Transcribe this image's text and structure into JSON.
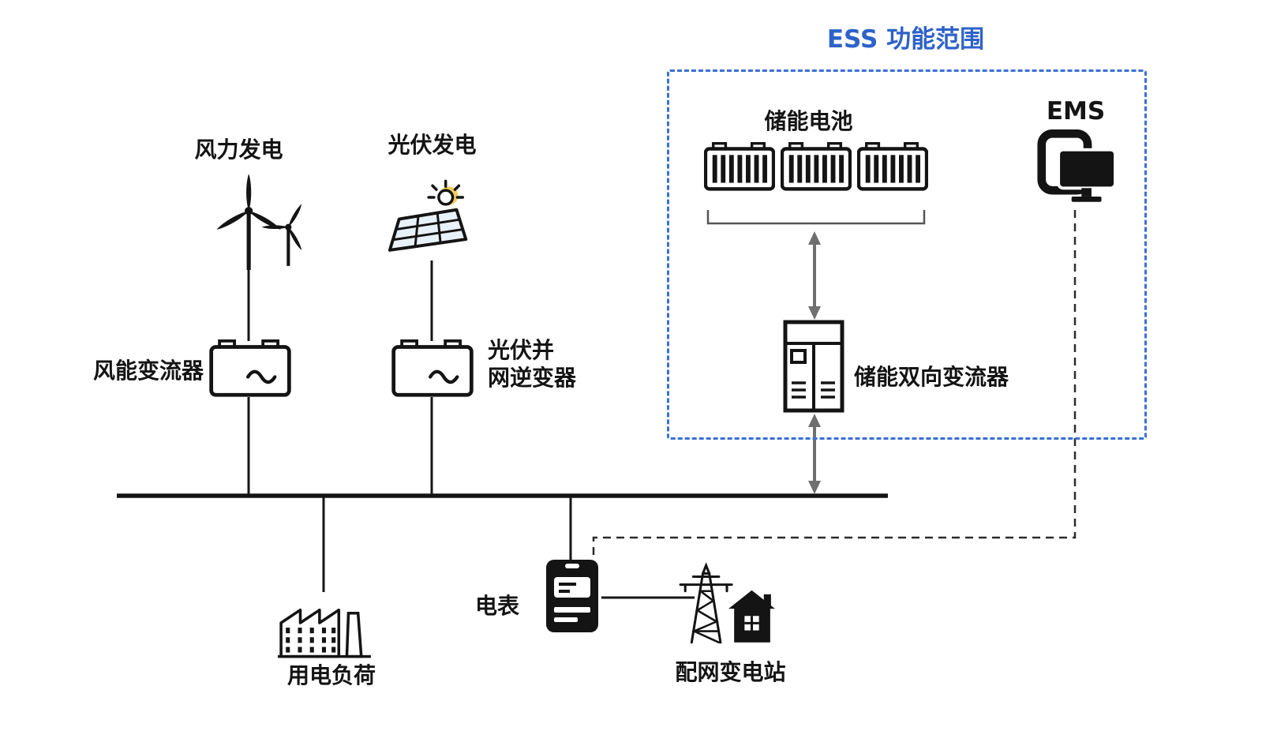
{
  "title": {
    "ess_scope": "ESS 功能范围"
  },
  "nodes": {
    "wind_generation": "风力发电",
    "pv_generation": "光伏发电",
    "wind_converter": "风能变流器",
    "pv_inverter_line1": "光伏并",
    "pv_inverter_line2": "网逆变器",
    "storage_battery": "储能电池",
    "ems": "EMS",
    "storage_bidirectional_converter": "储能双向变流器",
    "electric_load": "用电负荷",
    "electric_meter": "电表",
    "distribution_substation": "配网变电站"
  },
  "colors": {
    "accent_blue": "#2e62c9",
    "box_dash_blue": "#3b6fd6",
    "diagram_black": "#141414",
    "arrow_gray": "#6f6f6f",
    "sun_yellow": "#f3c64b",
    "panel_blue_tint": "#e9f1f8"
  }
}
